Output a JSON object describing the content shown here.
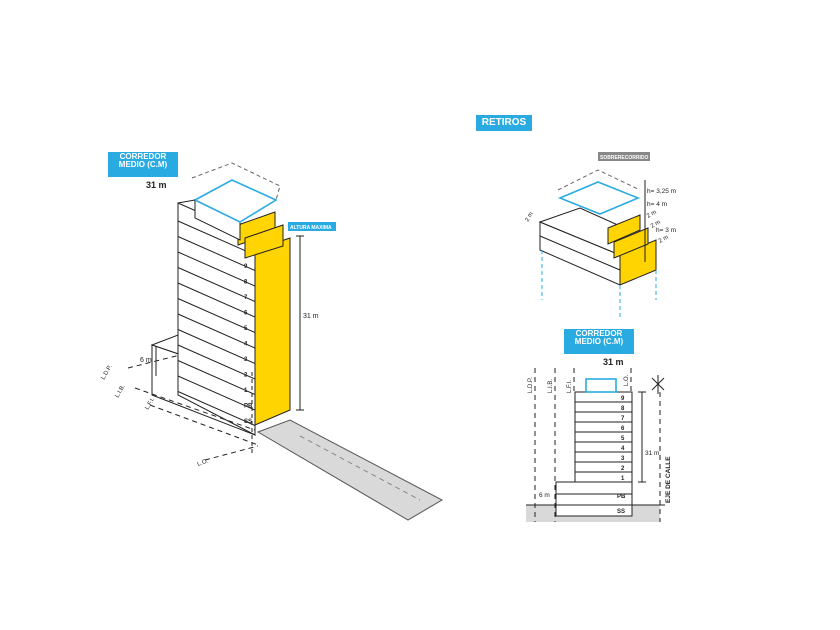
{
  "left": {
    "corredor_tag": "CORREDOR MEDIO (C.M)",
    "corredor_height": "31 m",
    "altura_maxima": "ALTURA MAXIMA",
    "dim_31": "31 m",
    "dim_6": "6 m",
    "floors": [
      "9",
      "8",
      "7",
      "6",
      "5",
      "4",
      "3",
      "2",
      "1",
      "PB",
      "SS"
    ],
    "lines": [
      "L.D.P.",
      "L.I.B.",
      "L.F.I.",
      "L.O."
    ]
  },
  "retiros": {
    "title": "RETIROS",
    "sobrerecorrido": "SOBRERECORRIDO",
    "h325": "h= 3,25 m",
    "h4": "h= 4 m",
    "h3": "h= 3 m",
    "m2a": "2 m",
    "m2b": "2 m",
    "m2c": "2 m",
    "m2d": "2 m"
  },
  "section": {
    "corredor_tag": "CORREDOR MEDIO (C.M)",
    "corredor_height": "31 m",
    "lines": [
      "L.D.P.",
      "L.I.B.",
      "L.F.I.",
      "L.O."
    ],
    "floors": [
      "9",
      "8",
      "7",
      "6",
      "5",
      "4",
      "3",
      "2",
      "1",
      "PB",
      "SS"
    ],
    "dim_31": "31 m",
    "dim_6": "6 m",
    "eje": "EJE DE CALLE"
  },
  "colors": {
    "accent": "#29abe2",
    "yellow": "#ffd400",
    "line": "#222222",
    "street": "#d9d9d9"
  }
}
